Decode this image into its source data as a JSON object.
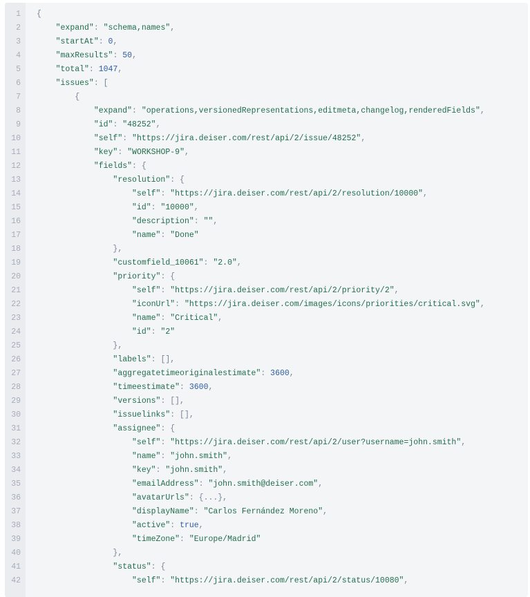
{
  "colors": {
    "background": "#f4f5f7",
    "gutter": "#ebecf0",
    "line_number": "#a5adba",
    "string": "#216e4e",
    "number": "#2c5ea0",
    "punctuation": "#7a869a"
  },
  "lines": [
    {
      "n": "1",
      "indent": 0,
      "parts": [
        {
          "t": "p",
          "v": "{"
        }
      ]
    },
    {
      "n": "2",
      "indent": 1,
      "parts": [
        {
          "t": "k",
          "v": "\"expand\""
        },
        {
          "t": "p",
          "v": ": "
        },
        {
          "t": "s",
          "v": "\"schema,names\""
        },
        {
          "t": "p",
          "v": ","
        }
      ]
    },
    {
      "n": "3",
      "indent": 1,
      "parts": [
        {
          "t": "k",
          "v": "\"startAt\""
        },
        {
          "t": "p",
          "v": ": "
        },
        {
          "t": "n",
          "v": "0"
        },
        {
          "t": "p",
          "v": ","
        }
      ]
    },
    {
      "n": "4",
      "indent": 1,
      "parts": [
        {
          "t": "k",
          "v": "\"maxResults\""
        },
        {
          "t": "p",
          "v": ": "
        },
        {
          "t": "n",
          "v": "50"
        },
        {
          "t": "p",
          "v": ","
        }
      ]
    },
    {
      "n": "5",
      "indent": 1,
      "parts": [
        {
          "t": "k",
          "v": "\"total\""
        },
        {
          "t": "p",
          "v": ": "
        },
        {
          "t": "n",
          "v": "1047"
        },
        {
          "t": "p",
          "v": ","
        }
      ]
    },
    {
      "n": "6",
      "indent": 1,
      "parts": [
        {
          "t": "k",
          "v": "\"issues\""
        },
        {
          "t": "p",
          "v": ": ["
        }
      ]
    },
    {
      "n": "7",
      "indent": 2,
      "parts": [
        {
          "t": "p",
          "v": "{"
        }
      ]
    },
    {
      "n": "8",
      "indent": 3,
      "parts": [
        {
          "t": "k",
          "v": "\"expand\""
        },
        {
          "t": "p",
          "v": ": "
        },
        {
          "t": "s",
          "v": "\"operations,versionedRepresentations,editmeta,changelog,renderedFields\""
        },
        {
          "t": "p",
          "v": ","
        }
      ]
    },
    {
      "n": "9",
      "indent": 3,
      "parts": [
        {
          "t": "k",
          "v": "\"id\""
        },
        {
          "t": "p",
          "v": ": "
        },
        {
          "t": "s",
          "v": "\"48252\""
        },
        {
          "t": "p",
          "v": ","
        }
      ]
    },
    {
      "n": "10",
      "indent": 3,
      "parts": [
        {
          "t": "k",
          "v": "\"self\""
        },
        {
          "t": "p",
          "v": ": "
        },
        {
          "t": "s",
          "v": "\"https://jira.deiser.com/rest/api/2/issue/48252\""
        },
        {
          "t": "p",
          "v": ","
        }
      ]
    },
    {
      "n": "11",
      "indent": 3,
      "parts": [
        {
          "t": "k",
          "v": "\"key\""
        },
        {
          "t": "p",
          "v": ": "
        },
        {
          "t": "s",
          "v": "\"WORKSHOP-9\""
        },
        {
          "t": "p",
          "v": ","
        }
      ]
    },
    {
      "n": "12",
      "indent": 3,
      "parts": [
        {
          "t": "k",
          "v": "\"fields\""
        },
        {
          "t": "p",
          "v": ": {"
        }
      ]
    },
    {
      "n": "13",
      "indent": 4,
      "parts": [
        {
          "t": "k",
          "v": "\"resolution\""
        },
        {
          "t": "p",
          "v": ": {"
        }
      ]
    },
    {
      "n": "14",
      "indent": 5,
      "parts": [
        {
          "t": "k",
          "v": "\"self\""
        },
        {
          "t": "p",
          "v": ": "
        },
        {
          "t": "s",
          "v": "\"https://jira.deiser.com/rest/api/2/resolution/10000\""
        },
        {
          "t": "p",
          "v": ","
        }
      ]
    },
    {
      "n": "15",
      "indent": 5,
      "parts": [
        {
          "t": "k",
          "v": "\"id\""
        },
        {
          "t": "p",
          "v": ": "
        },
        {
          "t": "s",
          "v": "\"10000\""
        },
        {
          "t": "p",
          "v": ","
        }
      ]
    },
    {
      "n": "16",
      "indent": 5,
      "parts": [
        {
          "t": "k",
          "v": "\"description\""
        },
        {
          "t": "p",
          "v": ": "
        },
        {
          "t": "s",
          "v": "\"\""
        },
        {
          "t": "p",
          "v": ","
        }
      ]
    },
    {
      "n": "17",
      "indent": 5,
      "parts": [
        {
          "t": "k",
          "v": "\"name\""
        },
        {
          "t": "p",
          "v": ": "
        },
        {
          "t": "s",
          "v": "\"Done\""
        }
      ]
    },
    {
      "n": "18",
      "indent": 4,
      "parts": [
        {
          "t": "p",
          "v": "},"
        }
      ]
    },
    {
      "n": "19",
      "indent": 4,
      "parts": [
        {
          "t": "k",
          "v": "\"customfield_10061\""
        },
        {
          "t": "p",
          "v": ": "
        },
        {
          "t": "s",
          "v": "\"2.0\""
        },
        {
          "t": "p",
          "v": ","
        }
      ]
    },
    {
      "n": "20",
      "indent": 4,
      "parts": [
        {
          "t": "k",
          "v": "\"priority\""
        },
        {
          "t": "p",
          "v": ": {"
        }
      ]
    },
    {
      "n": "21",
      "indent": 5,
      "parts": [
        {
          "t": "k",
          "v": "\"self\""
        },
        {
          "t": "p",
          "v": ": "
        },
        {
          "t": "s",
          "v": "\"https://jira.deiser.com/rest/api/2/priority/2\""
        },
        {
          "t": "p",
          "v": ","
        }
      ]
    },
    {
      "n": "22",
      "indent": 5,
      "parts": [
        {
          "t": "k",
          "v": "\"iconUrl\""
        },
        {
          "t": "p",
          "v": ": "
        },
        {
          "t": "s",
          "v": "\"https://jira.deiser.com/images/icons/priorities/critical.svg\""
        },
        {
          "t": "p",
          "v": ","
        }
      ]
    },
    {
      "n": "23",
      "indent": 5,
      "parts": [
        {
          "t": "k",
          "v": "\"name\""
        },
        {
          "t": "p",
          "v": ": "
        },
        {
          "t": "s",
          "v": "\"Critical\""
        },
        {
          "t": "p",
          "v": ","
        }
      ]
    },
    {
      "n": "24",
      "indent": 5,
      "parts": [
        {
          "t": "k",
          "v": "\"id\""
        },
        {
          "t": "p",
          "v": ": "
        },
        {
          "t": "s",
          "v": "\"2\""
        }
      ]
    },
    {
      "n": "25",
      "indent": 4,
      "parts": [
        {
          "t": "p",
          "v": "},"
        }
      ]
    },
    {
      "n": "26",
      "indent": 4,
      "parts": [
        {
          "t": "k",
          "v": "\"labels\""
        },
        {
          "t": "p",
          "v": ": [],"
        }
      ]
    },
    {
      "n": "27",
      "indent": 4,
      "parts": [
        {
          "t": "k",
          "v": "\"aggregatetimeoriginalestimate\""
        },
        {
          "t": "p",
          "v": ": "
        },
        {
          "t": "n",
          "v": "3600"
        },
        {
          "t": "p",
          "v": ","
        }
      ]
    },
    {
      "n": "28",
      "indent": 4,
      "parts": [
        {
          "t": "k",
          "v": "\"timeestimate\""
        },
        {
          "t": "p",
          "v": ": "
        },
        {
          "t": "n",
          "v": "3600"
        },
        {
          "t": "p",
          "v": ","
        }
      ]
    },
    {
      "n": "29",
      "indent": 4,
      "parts": [
        {
          "t": "k",
          "v": "\"versions\""
        },
        {
          "t": "p",
          "v": ": [],"
        }
      ]
    },
    {
      "n": "30",
      "indent": 4,
      "parts": [
        {
          "t": "k",
          "v": "\"issuelinks\""
        },
        {
          "t": "p",
          "v": ": [],"
        }
      ]
    },
    {
      "n": "31",
      "indent": 4,
      "parts": [
        {
          "t": "k",
          "v": "\"assignee\""
        },
        {
          "t": "p",
          "v": ": {"
        }
      ]
    },
    {
      "n": "32",
      "indent": 5,
      "parts": [
        {
          "t": "k",
          "v": "\"self\""
        },
        {
          "t": "p",
          "v": ": "
        },
        {
          "t": "s",
          "v": "\"https://jira.deiser.com/rest/api/2/user?username=john.smith\""
        },
        {
          "t": "p",
          "v": ","
        }
      ]
    },
    {
      "n": "33",
      "indent": 5,
      "parts": [
        {
          "t": "k",
          "v": "\"name\""
        },
        {
          "t": "p",
          "v": ": "
        },
        {
          "t": "s",
          "v": "\"john.smith\""
        },
        {
          "t": "p",
          "v": ","
        }
      ]
    },
    {
      "n": "34",
      "indent": 5,
      "parts": [
        {
          "t": "k",
          "v": "\"key\""
        },
        {
          "t": "p",
          "v": ": "
        },
        {
          "t": "s",
          "v": "\"john.smith\""
        },
        {
          "t": "p",
          "v": ","
        }
      ]
    },
    {
      "n": "35",
      "indent": 5,
      "parts": [
        {
          "t": "k",
          "v": "\"emailAddress\""
        },
        {
          "t": "p",
          "v": ": "
        },
        {
          "t": "s",
          "v": "\"john.smith@deiser.com\""
        },
        {
          "t": "p",
          "v": ","
        }
      ]
    },
    {
      "n": "36",
      "indent": 5,
      "parts": [
        {
          "t": "k",
          "v": "\"avatarUrls\""
        },
        {
          "t": "p",
          "v": ": {...},"
        }
      ]
    },
    {
      "n": "37",
      "indent": 5,
      "parts": [
        {
          "t": "k",
          "v": "\"displayName\""
        },
        {
          "t": "p",
          "v": ": "
        },
        {
          "t": "s",
          "v": "\"Carlos Fernández Moreno\""
        },
        {
          "t": "p",
          "v": ","
        }
      ]
    },
    {
      "n": "38",
      "indent": 5,
      "parts": [
        {
          "t": "k",
          "v": "\"active\""
        },
        {
          "t": "p",
          "v": ": "
        },
        {
          "t": "n",
          "v": "true"
        },
        {
          "t": "p",
          "v": ","
        }
      ]
    },
    {
      "n": "39",
      "indent": 5,
      "parts": [
        {
          "t": "k",
          "v": "\"timeZone\""
        },
        {
          "t": "p",
          "v": ": "
        },
        {
          "t": "s",
          "v": "\"Europe/Madrid\""
        }
      ]
    },
    {
      "n": "40",
      "indent": 4,
      "parts": [
        {
          "t": "p",
          "v": "},"
        }
      ]
    },
    {
      "n": "41",
      "indent": 4,
      "parts": [
        {
          "t": "k",
          "v": "\"status\""
        },
        {
          "t": "p",
          "v": ": {"
        }
      ]
    },
    {
      "n": "42",
      "indent": 5,
      "parts": [
        {
          "t": "k",
          "v": "\"self\""
        },
        {
          "t": "p",
          "v": ": "
        },
        {
          "t": "s",
          "v": "\"https://jira.deiser.com/rest/api/2/status/10080\""
        },
        {
          "t": "p",
          "v": ","
        }
      ]
    }
  ]
}
